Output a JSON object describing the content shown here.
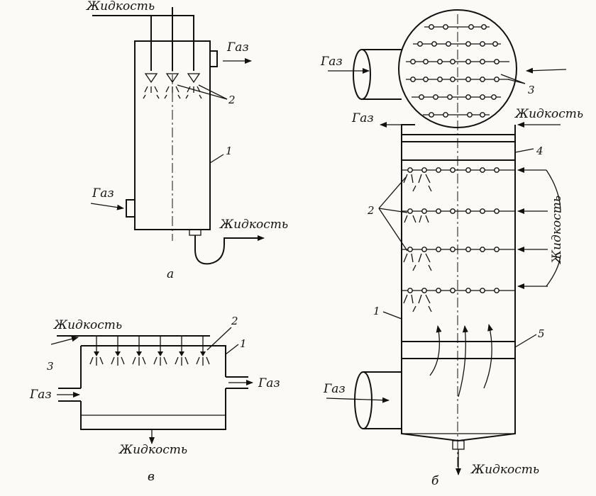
{
  "diagram_a": {
    "liquid_label": "Жидкость",
    "gas_out_label": "Газ",
    "gas_in_label": "Газ",
    "liquid_out_label": "Жидкость",
    "callout_1": "1",
    "callout_2": "2",
    "caption": "а"
  },
  "diagram_b": {
    "gas_in_label": "Газ",
    "gas_out_label": "Газ",
    "liquid_in_label": "Жидкость",
    "liquid_side_label": "Жидкость",
    "liquid_out_label": "Жидкость",
    "callout_1": "1",
    "callout_2": "2",
    "callout_3": "3",
    "callout_4": "4",
    "callout_5": "5",
    "caption": "б"
  },
  "diagram_c": {
    "liquid_in_label": "Жидкость",
    "gas_in_label": "Газ",
    "gas_out_label": "Газ",
    "liquid_out_label": "Жидкость",
    "callout_1": "1",
    "callout_2": "2",
    "callout_3": "3",
    "caption": "в"
  }
}
